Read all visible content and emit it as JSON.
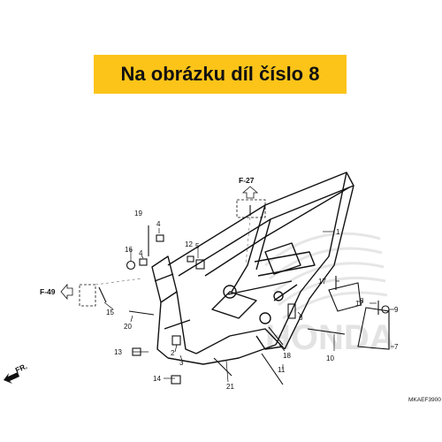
{
  "banner": {
    "text": "Na obrázku díl číslo 8"
  },
  "diagram": {
    "code": "MKAEF3900",
    "front_label": "FR.",
    "watermark_text": "HONDA",
    "refs": {
      "top": "F-27",
      "left": "F-49"
    },
    "parts": {
      "p1": "1",
      "p2": "2",
      "p3": "3",
      "p4a": "4",
      "p4b": "4",
      "p5": "5",
      "p6": "6",
      "p7": "7",
      "p8": "8",
      "p9": "9",
      "p10": "10",
      "p11": "11",
      "p12": "12",
      "p13": "13",
      "p14": "14",
      "p15": "15",
      "p16": "16",
      "p17a": "17",
      "p17b": "17",
      "p18": "18",
      "p19": "19",
      "p20": "20",
      "p21": "21"
    }
  },
  "colors": {
    "banner": "#fcc419",
    "line": "#111111",
    "watermark": "#e3e3e3"
  }
}
